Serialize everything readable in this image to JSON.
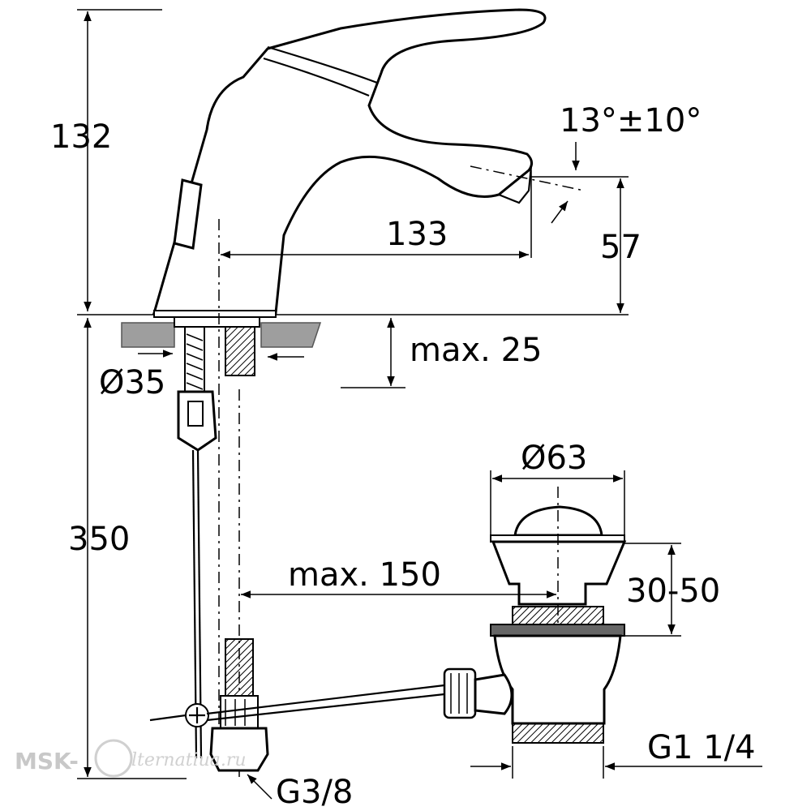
{
  "dimensions": {
    "height_total": "132",
    "spout_angle": "13°±10°",
    "spout_reach": "133",
    "spout_height": "57",
    "max_thickness": "max. 25",
    "hole_diameter": "Ø35",
    "hose_length": "350",
    "plug_diameter": "Ø63",
    "rod_reach": "max. 150",
    "waste_range": "30-50",
    "waste_thread": "G1 1/4",
    "supply_thread": "G3/8"
  },
  "watermark": {
    "brand": "MSK-",
    "site": "lternatiua.ru"
  }
}
